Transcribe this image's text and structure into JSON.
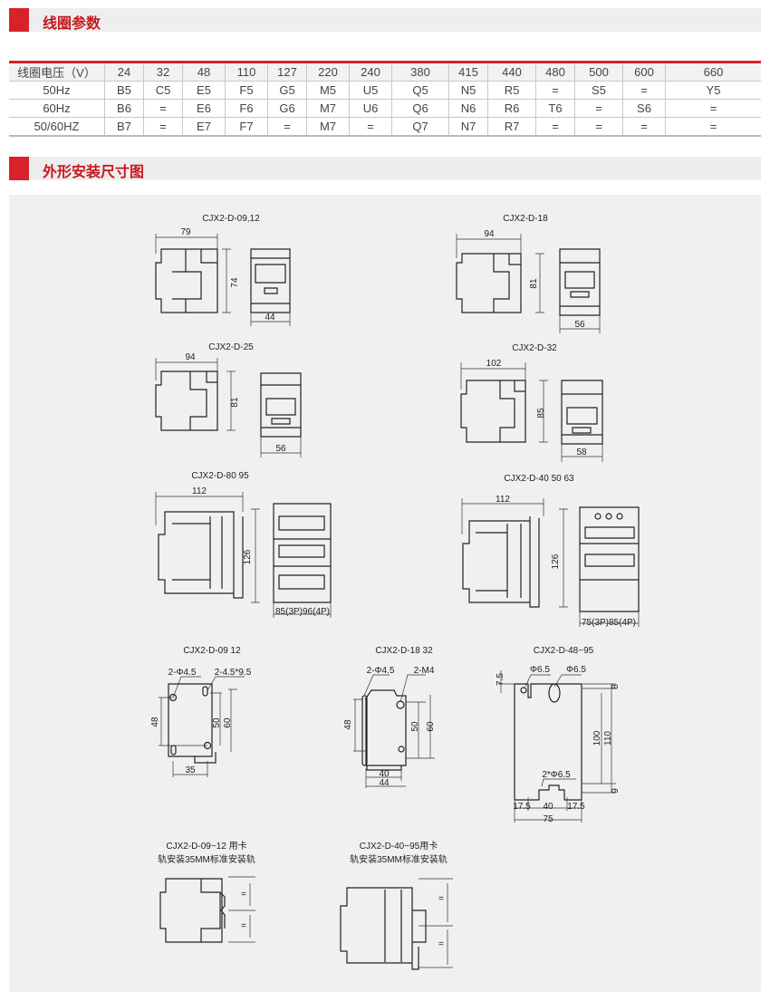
{
  "sections": {
    "coil": "线圈参数",
    "dims": "外形安装尺寸图"
  },
  "coil_table": {
    "header": [
      "线圈电压（V）",
      "24",
      "32",
      "48",
      "110",
      "127",
      "220",
      "240",
      "380",
      "415",
      "440",
      "480",
      "500",
      "600",
      "660"
    ],
    "rows": [
      [
        "50Hz",
        "B5",
        "C5",
        "E5",
        "F5",
        "G5",
        "M5",
        "U5",
        "Q5",
        "N5",
        "R5",
        "=",
        "S5",
        "=",
        "Y5"
      ],
      [
        "60Hz",
        "B6",
        "=",
        "E6",
        "F6",
        "G6",
        "M7",
        "U6",
        "Q6",
        "N6",
        "R6",
        "T6",
        "=",
        "S6",
        "="
      ],
      [
        "50/60HZ",
        "B7",
        "=",
        "E7",
        "F7",
        "=",
        "M7",
        "=",
        "Q7",
        "N7",
        "R7",
        "=",
        "=",
        "=",
        "="
      ]
    ]
  },
  "drawings": {
    "d1": {
      "title": "CJX2-D-09,12",
      "w": "79",
      "h": "74",
      "side": "44"
    },
    "d2": {
      "title": "CJX2-D-18",
      "w": "94",
      "h": "81",
      "side": "56"
    },
    "d3": {
      "title": "CJX2-D-25",
      "w": "94",
      "h": "81",
      "side": "56"
    },
    "d4": {
      "title": "CJX2-D-32",
      "w": "102",
      "h": "85",
      "side": "58"
    },
    "d5": {
      "title": "CJX2-D-80  95",
      "w": "112",
      "h": "126",
      "side": "85(3P)96(4P)"
    },
    "d6": {
      "title": "CJX2-D-40  50  63",
      "w": "112",
      "h": "126",
      "side": "75(3P)85(4P)"
    },
    "m1": {
      "title": "CJX2-D-09  12",
      "hole": "2-Φ4.5",
      "slot": "2-4.5*9.5",
      "a": "48",
      "b": "50",
      "c": "60",
      "w": "35"
    },
    "m2": {
      "title": "CJX2-D-18  32",
      "hole": "2-Φ4.5",
      "screw": "2-M4",
      "a": "48",
      "b": "50",
      "c": "60",
      "w1": "40",
      "w2": "44"
    },
    "m3": {
      "title": "CJX2-D-48~95",
      "h1": "Φ6.5",
      "h2": "Φ6.5",
      "top": "7.5",
      "r8": "8",
      "a": "100",
      "b": "110",
      "bh": "2*Φ6.5",
      "r9": "9",
      "l": "17.5",
      "m": "40",
      "r": "17.5",
      "w": "75"
    },
    "r1": {
      "title1": "CJX2-D-09~12 用卡",
      "title2": "轨安装35MM标准安装轨",
      "eq": "="
    },
    "r2": {
      "title1": "CJX2-D-40~95用卡",
      "title2": "轨安装35MM标准安装轨",
      "eq": "="
    }
  }
}
